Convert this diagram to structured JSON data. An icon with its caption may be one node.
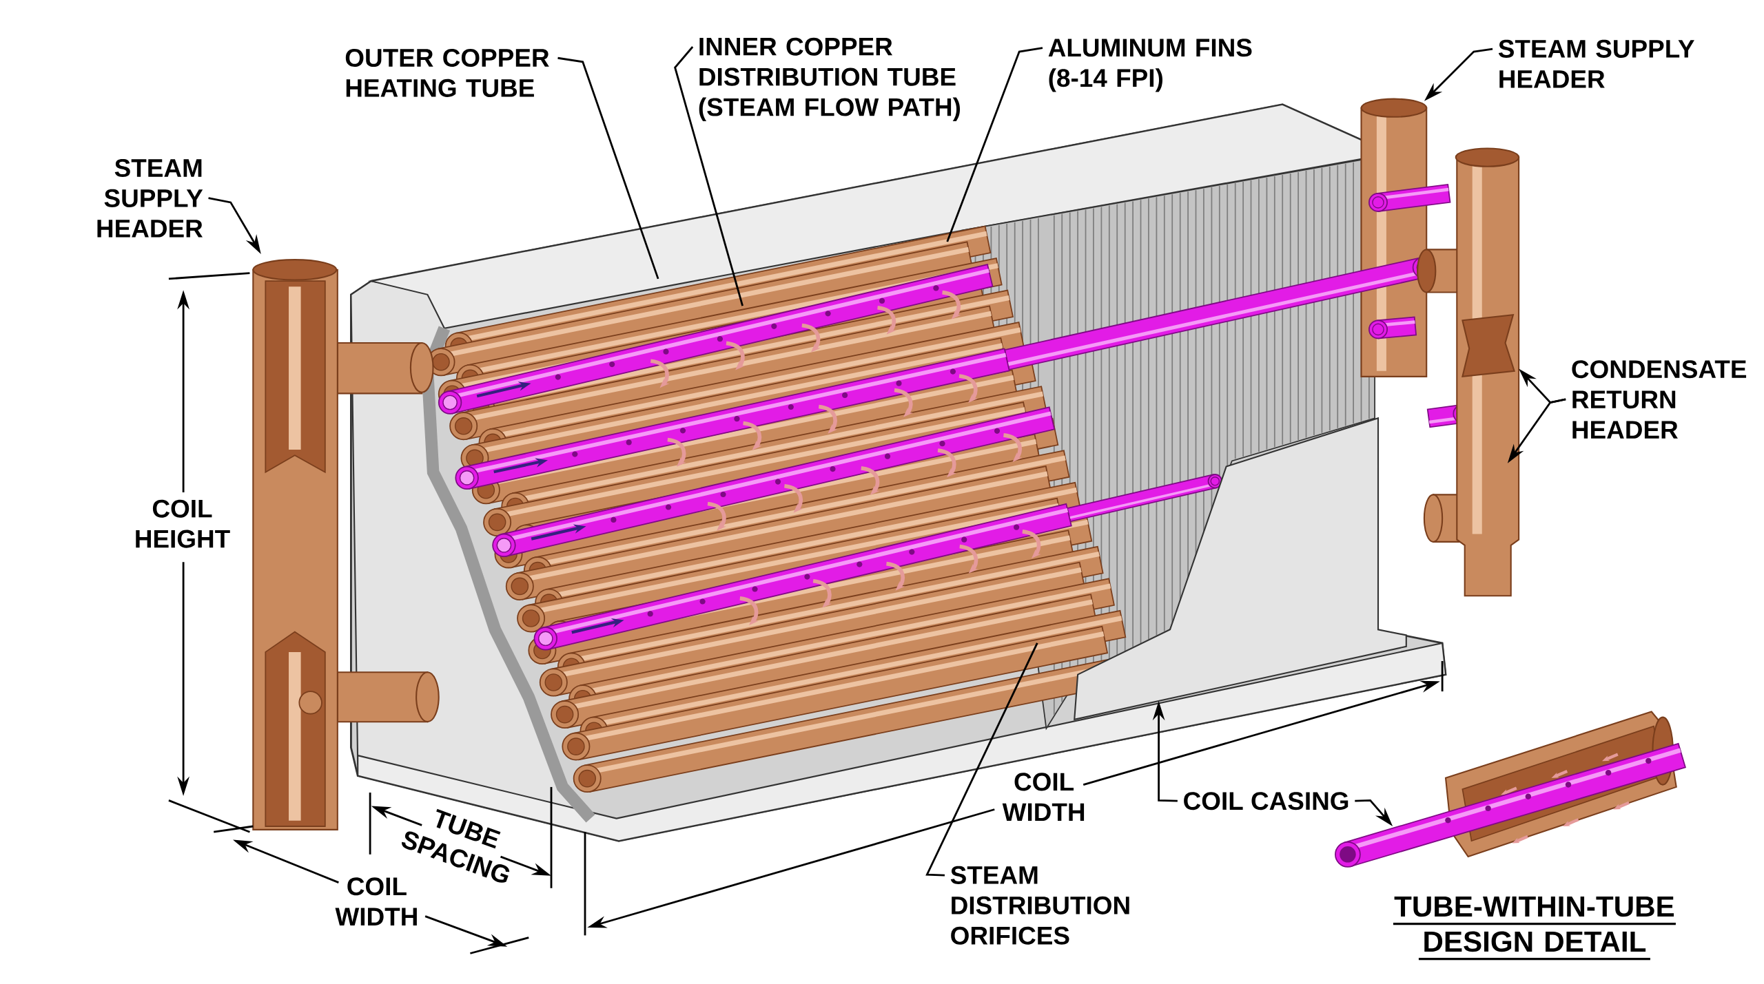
{
  "diagram": {
    "nodes": [
      {
        "text": [
          "OUTER COPPER HEATING TUBE"
        ]
      },
      {
        "text": [
          "INNER COPPER DISTRIBUTION TUBE (STEAM FLOW PATH)"
        ]
      },
      {
        "text": [
          "ALUMINUM FINS (8-14 FPI)"
        ]
      },
      {
        "text": [
          "STEAM SUPPLY HEADER"
        ]
      },
      {
        "text": [
          "STEAM SUPPLY HEADER"
        ]
      },
      {
        "text": [
          "CONDENSATE RETURN HEADER"
        ]
      },
      {
        "text": [
          "COIL CASING"
        ]
      },
      {
        "text": [
          "STEAM DISTRIBUTION ORIFICES"
        ]
      },
      {
        "text": [],
        "shape": "box"
      }
    ],
    "edges": [
      {
        "from": 0,
        "to": null,
        "arrow": "none"
      },
      {
        "from": 1,
        "to": null,
        "arrow": "none"
      },
      {
        "from": 2,
        "to": null,
        "arrow": "none"
      },
      {
        "from": 3,
        "to": null,
        "arrow": "to"
      },
      {
        "from": 4,
        "to": null,
        "arrow": "to"
      },
      {
        "from": 5,
        "to": null,
        "arrow": "to"
      },
      {
        "from": 5,
        "to": null,
        "arrow": "to"
      },
      {
        "from": 6,
        "to": 8,
        "arrow": "to"
      },
      {
        "from": 6,
        "to": null,
        "arrow": "to"
      },
      {
        "from": 7,
        "to": null,
        "arrow": "none"
      }
    ],
    "labels": [
      "COIL HEIGHT",
      "COIL WIDTH",
      "TUBE SPACING",
      "COIL WIDTH",
      "TUBE-WITHIN-TUBE DESIGN DETAIL"
    ]
  }
}
